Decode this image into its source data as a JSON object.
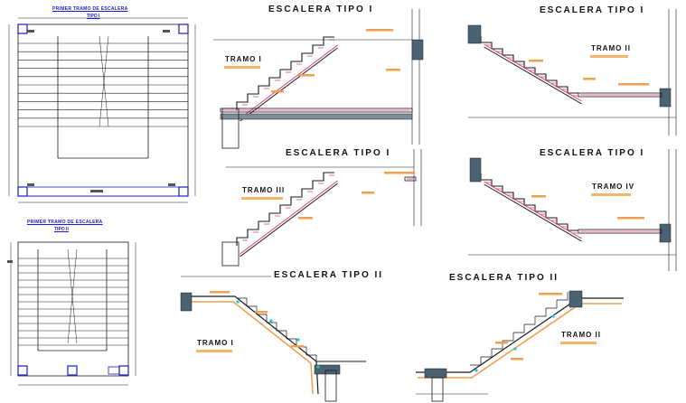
{
  "labels": {
    "plan_a_title": "PRIMER TRAMO DE ESCALERA",
    "plan_a_sub": "TIPO I",
    "plan_b_title": "PRIMER TRAMO DE ESCALERA",
    "plan_b_sub": "TIPO II",
    "sec1_title": "ESCALERA TIPO I",
    "sec1_tramo": "TRAMO I",
    "sec2_title": "ESCALERA TIPO I",
    "sec2_tramo": "TRAMO II",
    "sec3_title": "ESCALERA TIPO I",
    "sec3_tramo": "TRAMO III",
    "sec4_title": "ESCALERA TIPO I",
    "sec4_tramo": "TRAMO IV",
    "sec5_title": "ESCALERA TIPO II",
    "sec5_tramo": "TRAMO I",
    "sec6_title": "ESCALERA TIPO II",
    "sec6_tramo": "TRAMO II"
  },
  "colors": {
    "line": "#1a1a1a",
    "rebar": "#e0306a",
    "concrete": "#4a6272",
    "support": "#1a1acc",
    "orange": "#f0a050",
    "cyan": "#20c8c8"
  }
}
